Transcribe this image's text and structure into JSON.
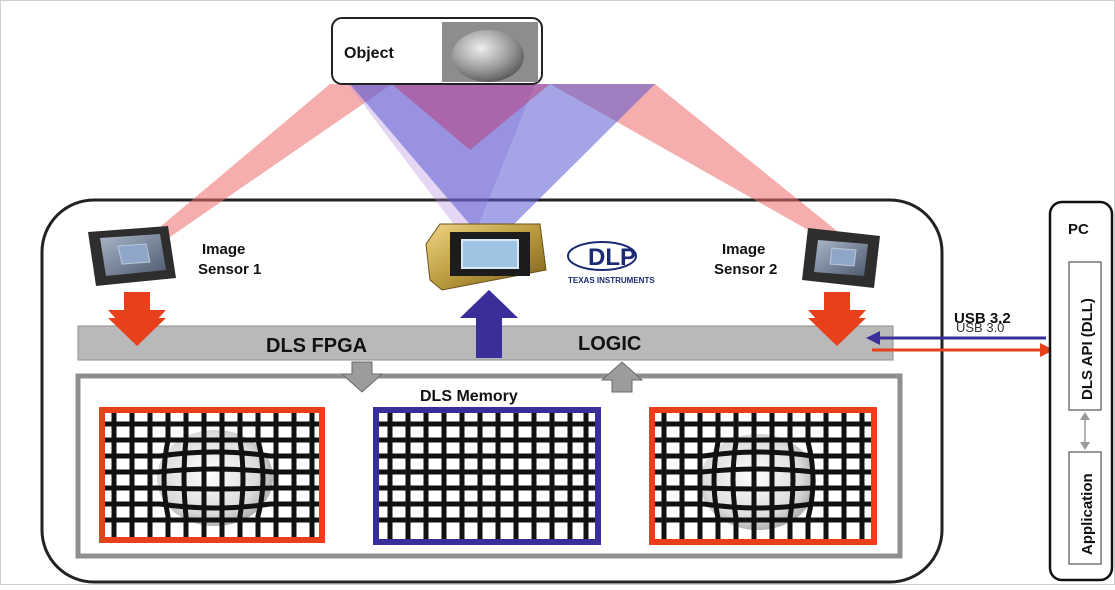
{
  "object": {
    "label": "Object"
  },
  "sensor_left": {
    "label_line1": "Image",
    "label_line2": "Sensor 1"
  },
  "sensor_right": {
    "label_line1": "Image",
    "label_line2": "Sensor 2"
  },
  "dlp_logo": {
    "brand": "DLP",
    "maker": "TEXAS INSTRUMENTS"
  },
  "fpga_bar": {
    "left_label": "DLS FPGA",
    "right_label": "LOGIC"
  },
  "memory": {
    "title": "DLS Memory"
  },
  "usb": {
    "label_top": "USB 3.2",
    "label_bottom": "USB 3.0"
  },
  "pc": {
    "title": "PC",
    "api_label": "DLS API (DLL)",
    "app_label": "Application"
  },
  "colors": {
    "sensor_arrow": "#e8401c",
    "projector_arrow": "#3a2f9a",
    "pattern_frame_distorted": "#e8401c",
    "pattern_frame_projected": "#3a2f9a",
    "red_beam": "#f08a8a",
    "blue_beam": "#6a6ad8",
    "fpga_bar": "#b9b9b9"
  }
}
